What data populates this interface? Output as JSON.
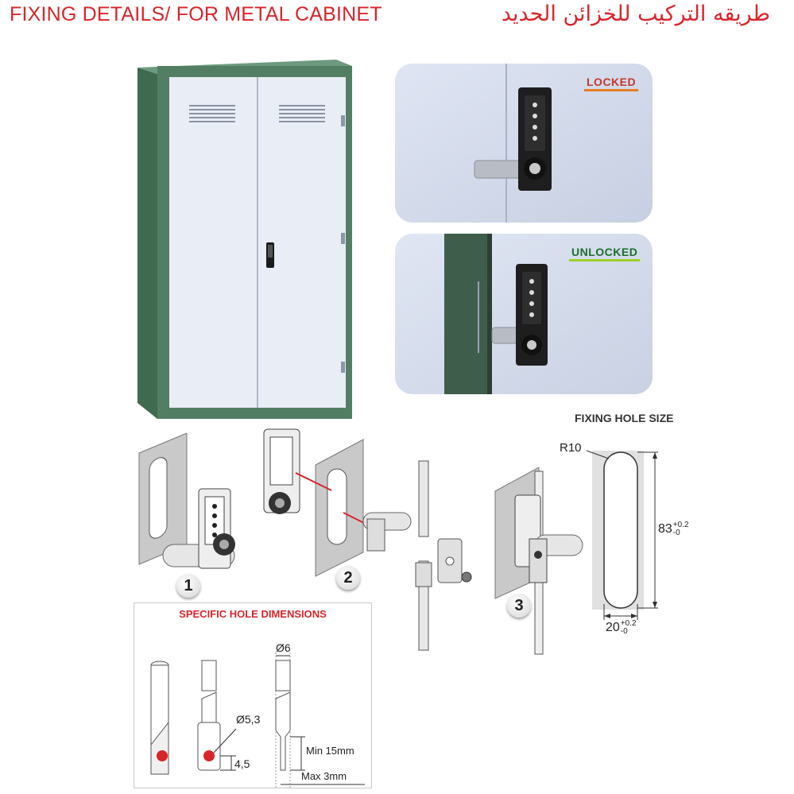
{
  "header": {
    "title_en": "FIXING DETAILS/ FOR METAL CABINET",
    "title_ar": "طريقه التركيب للخزائن الحديد"
  },
  "photos": {
    "locked_label": "LOCKED",
    "unlocked_label": "UNLOCKED"
  },
  "steps": [
    "1",
    "2",
    "3"
  ],
  "fixing_hole": {
    "title": "FIXING HOLE SIZE",
    "radius_label": "R10",
    "height_label": "83",
    "height_tol_upper": "+0.2",
    "height_tol_lower": "-0",
    "width_label": "20",
    "width_tol_upper": "+0.2",
    "width_tol_lower": "-0"
  },
  "specific": {
    "title": "SPECIFIC HOLE DIMENSIONS",
    "dia_rod": "Ø6",
    "dia_hole": "Ø5,3",
    "offset": "4,5",
    "min_label": "Min 15mm",
    "max_label": "Max 3mm"
  },
  "colors": {
    "title_red": "#d8252a",
    "cabinet_green": "#4f7a5f",
    "door_white": "#eef1f8",
    "locked_accent": "#e67e22",
    "unlocked_accent": "#9bd12a"
  }
}
